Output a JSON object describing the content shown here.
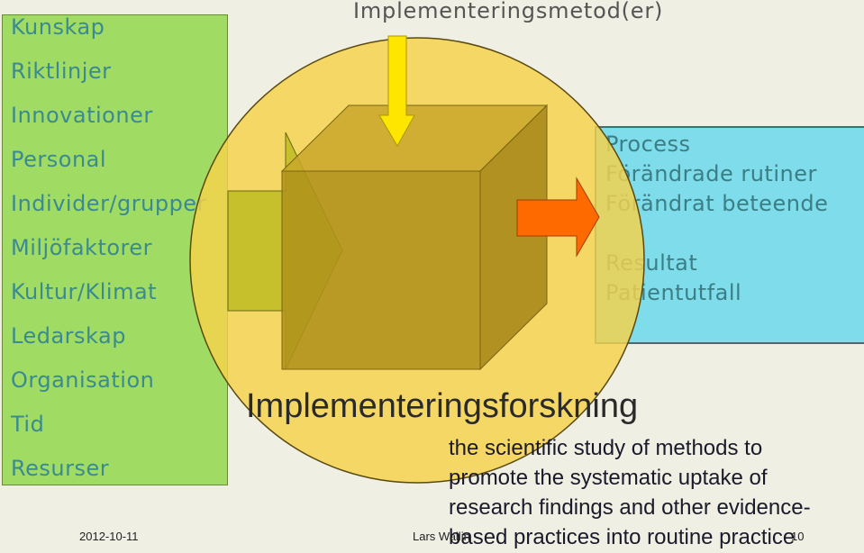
{
  "header": {
    "title": "Implementeringsmetod(er)"
  },
  "factors": {
    "items": [
      "Kunskap",
      "Riktlinjer",
      "Innovationer",
      "Personal",
      "Individer/grupper",
      "Miljöfaktorer",
      "Kultur/Klimat",
      "Ledarskap",
      "Organisation",
      "Tid",
      "Resurser"
    ]
  },
  "outcomes": {
    "process": "Process",
    "changed_routines": "Förändrade rutiner",
    "changed_behavior": "Förändrat beteende",
    "result": "Resultat",
    "patient_outcome": "Patientutfall"
  },
  "definition": {
    "title": "Implementeringsforskning",
    "lines": [
      "the scientific study of methods to",
      "promote the systematic uptake of",
      "research findings and other evidence-",
      "based practices into routine practice"
    ]
  },
  "footer": {
    "date": "2012-10-11",
    "author": "Lars Wallin",
    "page": "10"
  },
  "colors": {
    "factors_box": "#a0dc64",
    "outcomes_box": "#7fdcea",
    "circle": "#f7d24a",
    "cube": "#b8961e",
    "arrow_yellow": "#ffe600",
    "arrow_orange": "#ff6a00"
  }
}
